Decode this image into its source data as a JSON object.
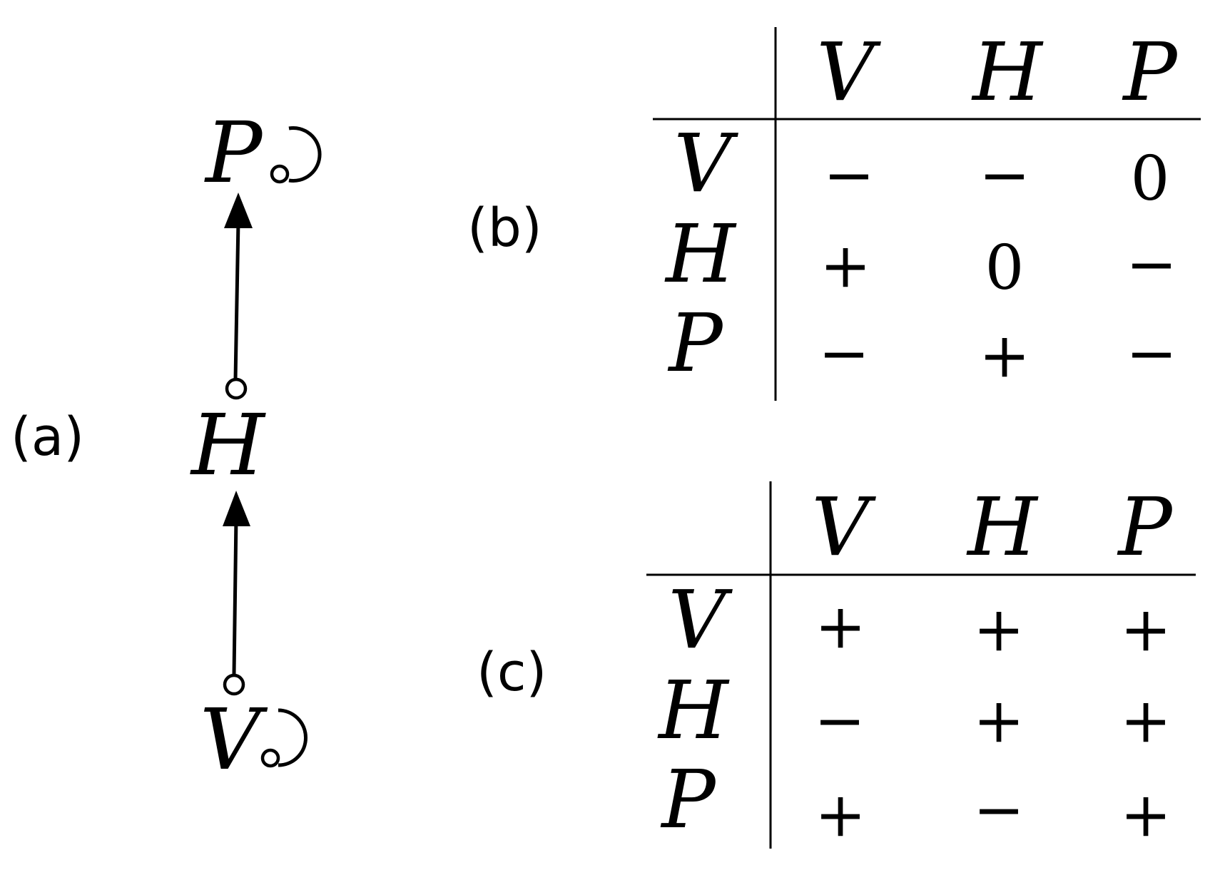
{
  "panels": {
    "a": {
      "label": "(a)",
      "nodes": {
        "top": "P",
        "middle": "H",
        "bottom": "V"
      },
      "edges": [
        {
          "from": "V",
          "to": "H",
          "type": "arrow"
        },
        {
          "from": "H",
          "to": "P",
          "type": "arrow"
        }
      ],
      "self_loops": [
        "P",
        "V"
      ]
    },
    "b": {
      "label": "(b)",
      "columns": [
        "V",
        "H",
        "P"
      ],
      "rows": [
        {
          "header": "V",
          "cells": [
            "−",
            "−",
            "0"
          ]
        },
        {
          "header": "H",
          "cells": [
            "+",
            "0",
            "−"
          ]
        },
        {
          "header": "P",
          "cells": [
            "−",
            "+",
            "−"
          ]
        }
      ]
    },
    "c": {
      "label": "(c)",
      "columns": [
        "V",
        "H",
        "P"
      ],
      "rows": [
        {
          "header": "V",
          "cells": [
            "+",
            "+",
            "+"
          ]
        },
        {
          "header": "H",
          "cells": [
            "−",
            "+",
            "+"
          ]
        },
        {
          "header": "P",
          "cells": [
            "+",
            "−",
            "+"
          ]
        }
      ]
    }
  }
}
